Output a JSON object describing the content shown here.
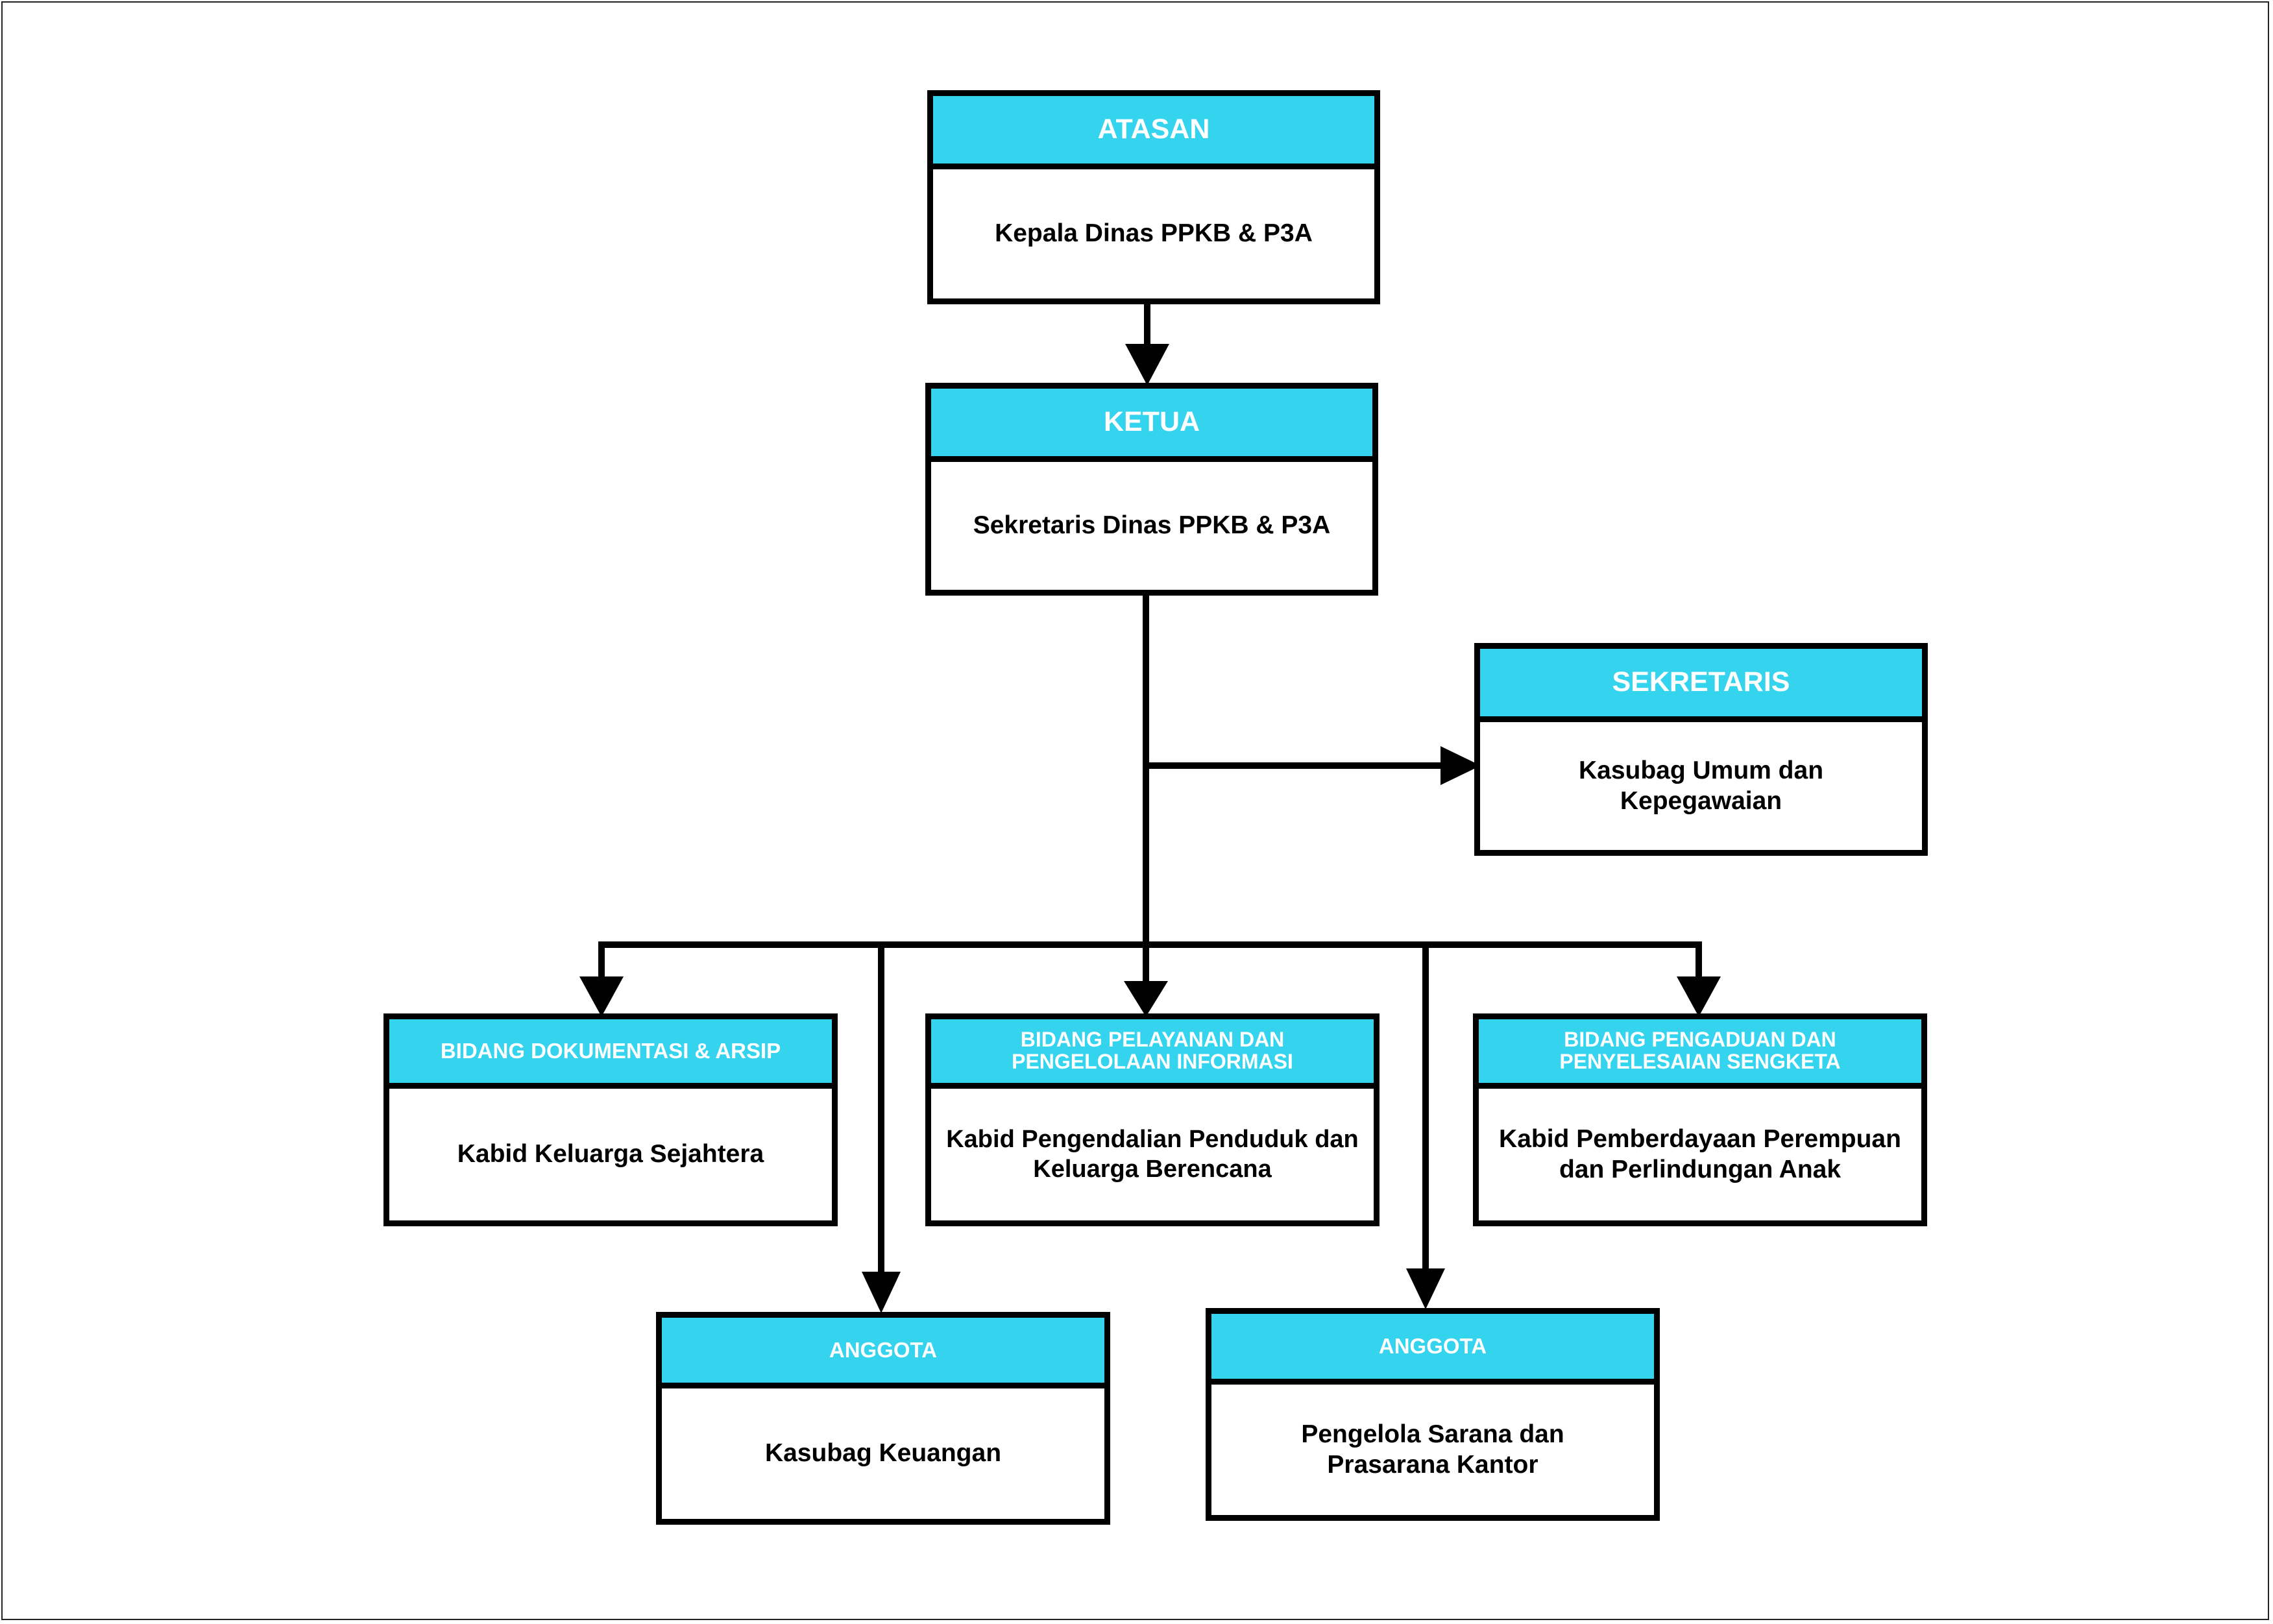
{
  "colors": {
    "header_fill": "#34d4ef",
    "header_text": "#ffffff",
    "border": "#000000"
  },
  "nodes": {
    "atasan": {
      "title": "ATASAN",
      "text": "Kepala Dinas PPKB & P3A"
    },
    "ketua": {
      "title": "KETUA",
      "text": "Sekretaris Dinas PPKB & P3A"
    },
    "sekretaris": {
      "title": "SEKRETARIS",
      "text": "Kasubag Umum dan Kepegawaian"
    },
    "bidang_dokumentasi": {
      "title": "BIDANG DOKUMENTASI & ARSIP",
      "text": "Kabid Keluarga Sejahtera"
    },
    "bidang_pelayanan": {
      "title": "BIDANG PELAYANAN DAN PENGELOLAAN INFORMASI",
      "text": "Kabid Pengendalian Penduduk dan Keluarga Berencana"
    },
    "bidang_pengaduan": {
      "title": "BIDANG PENGADUAN DAN PENYELESAIAN SENGKETA",
      "text": "Kabid Pemberdayaan Perempuan dan Perlindungan Anak"
    },
    "anggota_1": {
      "title": "ANGGOTA",
      "text": "Kasubag Keuangan"
    },
    "anggota_2": {
      "title": "ANGGOTA",
      "text": "Pengelola Sarana dan Prasarana Kantor"
    }
  },
  "edges": [
    [
      "atasan",
      "ketua"
    ],
    [
      "ketua",
      "sekretaris"
    ],
    [
      "ketua",
      "bidang_dokumentasi"
    ],
    [
      "ketua",
      "bidang_pelayanan"
    ],
    [
      "ketua",
      "bidang_pengaduan"
    ],
    [
      "ketua",
      "anggota_1"
    ],
    [
      "ketua",
      "anggota_2"
    ]
  ]
}
